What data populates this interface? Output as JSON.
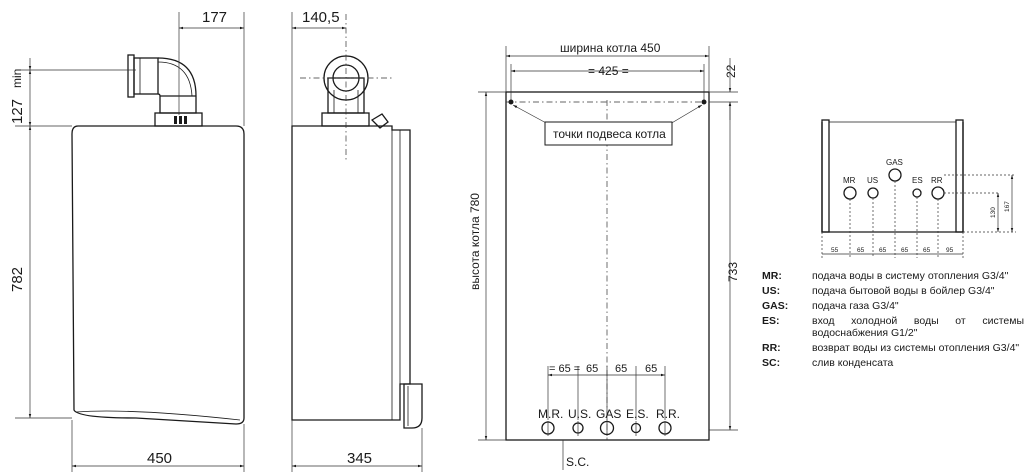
{
  "front_view": {
    "dim_top_width": "177",
    "dim_min": "min",
    "dim_127": "127",
    "dim_height": "782",
    "dim_width": "450"
  },
  "side_view": {
    "dim_top_depth": "140,5",
    "dim_depth": "345"
  },
  "mounting_view": {
    "boiler_width_label": "ширина котла 450",
    "dim_425": "= 425 =",
    "dim_22": "22",
    "hanging_points_label": "точки подвеса котла",
    "height_label": "высота котла 780",
    "dim_733": "733",
    "spacing_labels": [
      "= 65 =",
      "65",
      "65",
      "65"
    ],
    "connections": [
      "M.R.",
      "U.S.",
      "GAS",
      "E.S.",
      "R.R."
    ],
    "condensate_label": "S.C."
  },
  "connection_detail": {
    "labels": [
      "MR",
      "US",
      "GAS",
      "ES",
      "RR"
    ],
    "bottom_dims": [
      "55",
      "65",
      "65",
      "65",
      "65",
      "95"
    ],
    "right_dims": [
      "130",
      "167"
    ]
  },
  "legend": [
    {
      "code": "MR:",
      "text": "подача воды в систему отопления G3/4\""
    },
    {
      "code": "US:",
      "text": "подача бытовой воды в бойлер G3/4\""
    },
    {
      "code": "GAS:",
      "text": "подача газа G3/4\""
    },
    {
      "code": "ES:",
      "text": "вход холодной воды от системы водоснабжения G1/2\""
    },
    {
      "code": "RR:",
      "text": "возврат воды из системы отопления G3/4\""
    },
    {
      "code": "SC:",
      "text": "слив конденсата"
    }
  ]
}
